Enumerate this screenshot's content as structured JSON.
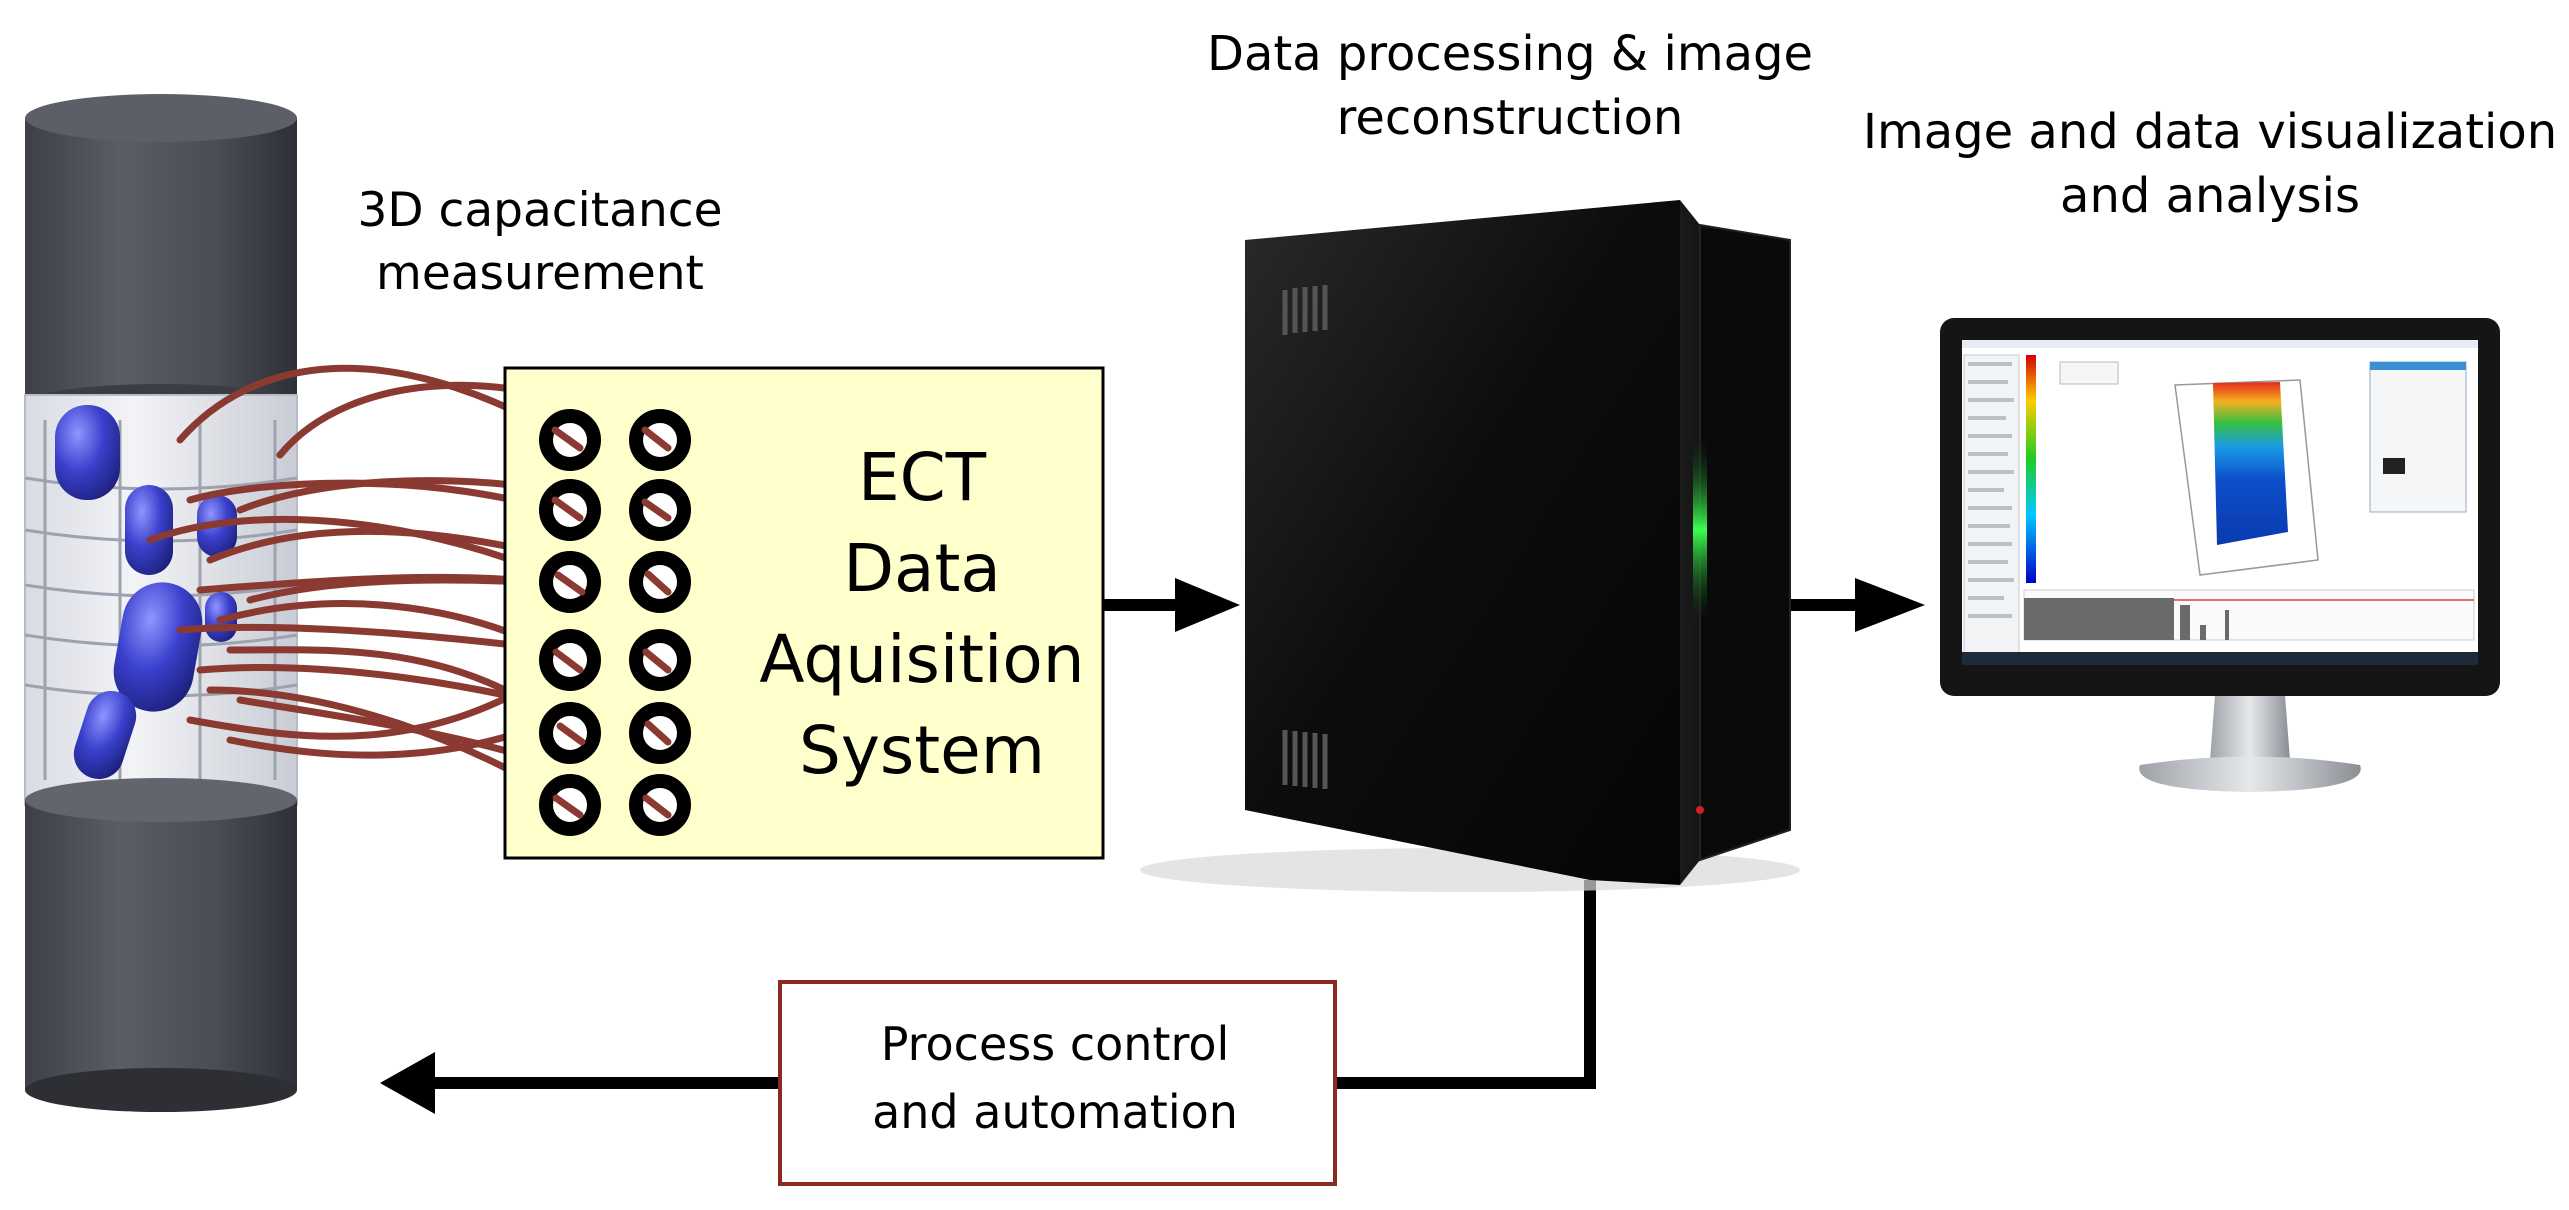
{
  "labels": {
    "sensor": "3D capacitance\nmeasurement",
    "processing": "Data processing & image\nreconstruction",
    "visualization": "Image and data visualization\nand analysis"
  },
  "das_box": {
    "label": "ECT\nData\nAquisition\nSystem"
  },
  "control_box": {
    "label": "Process control\nand automation"
  },
  "colors": {
    "wire": "#8b3a32",
    "das_fill": "#ffffcc",
    "control_border": "#8b2a22",
    "pipe_cap": "#4f5259",
    "particle": "#3a3fc8",
    "server_led": "#3cff50",
    "arrow": "#000000"
  },
  "icons": {
    "sensor": "pipe-sensor-icon",
    "server": "server-tower-icon",
    "monitor": "monitor-icon"
  }
}
